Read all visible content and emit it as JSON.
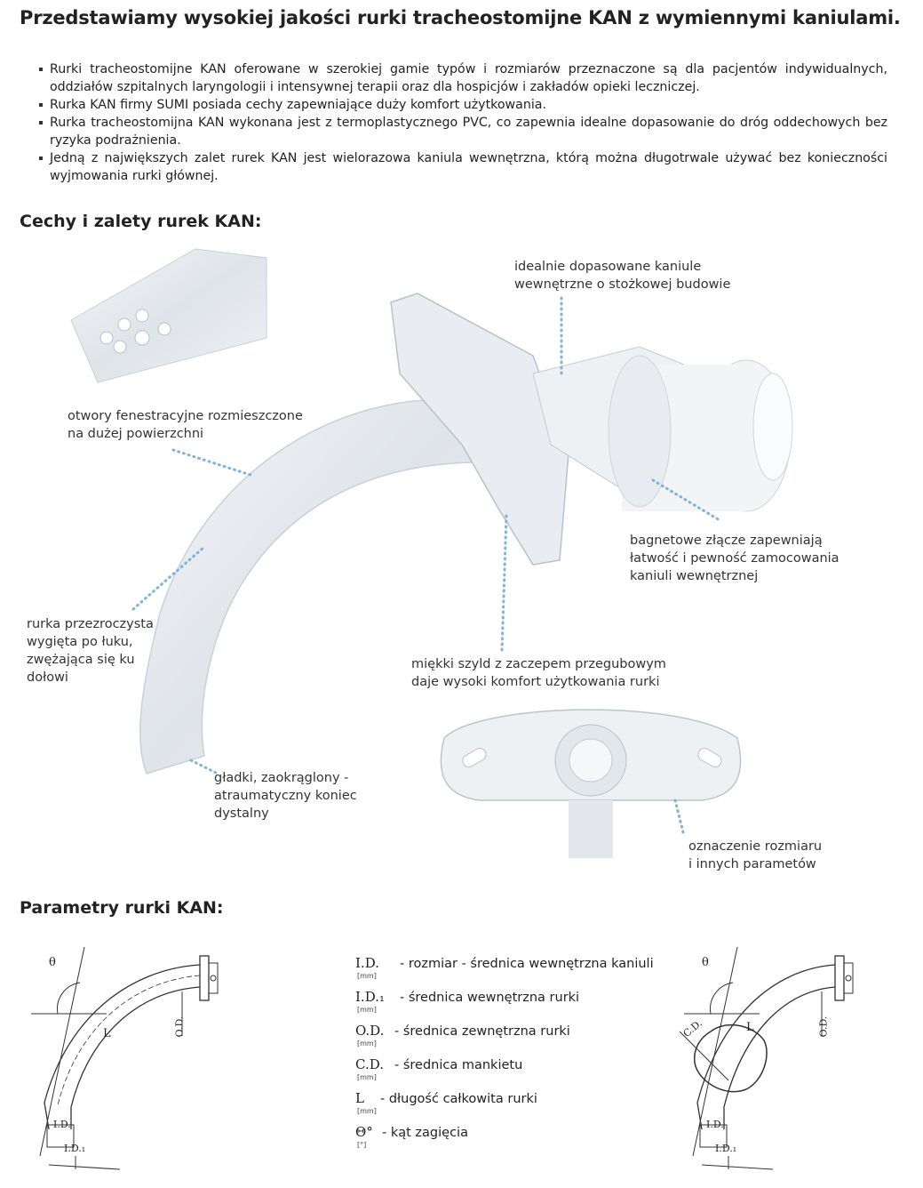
{
  "title": "Przedstawiamy wysokiej jakości rurki tracheostomijne KAN z wymiennymi kaniulami.",
  "bullets": [
    "Rurki tracheostomijne KAN oferowane w szerokiej gamie typów i rozmiarów przeznaczone są dla pacjentów indywidualnych, oddziałów szpitalnych laryngologii i intensywnej terapii oraz dla hospicjów i zakładów opieki leczniczej.",
    "Rurka KAN firmy SUMI posiada cechy zapewniające duży komfort użytkowania.",
    "Rurka tracheostomijna KAN wykonana jest z termoplastycznego PVC, co zapewnia idealne dopasowanie do dróg oddechowych bez ryzyka podrażnienia.",
    "Jedną z największych zalet rurek KAN jest wielorazowa kaniula wewnętrzna, którą można długotrwale używać bez konieczności wyjmowania rurki głównej."
  ],
  "features": {
    "heading": "Cechy i zalety rurek KAN:",
    "annotations": {
      "cannula": [
        "idealnie dopasowane kaniule",
        "wewnętrzne o stożkowej budowie"
      ],
      "fenestration": [
        "otwory fenestracyjne rozmieszczone",
        "na dużej powierzchni"
      ],
      "bayonet": [
        "bagnetowe złącze zapewniają",
        "łatwość i pewność zamocowania",
        "kaniuli wewnętrznej"
      ],
      "tube": [
        "rurka przezroczysta",
        "wygięta po łuku,",
        "zwężająca się ku",
        "dołowi"
      ],
      "flange": [
        "miękki szyld z zaczepem  przegubowym",
        "daje wysoki komfort użytkowania rurki"
      ],
      "tip": [
        "gładki, zaokrąglony -",
        "atraumatyczny koniec",
        "dystalny"
      ],
      "marking": [
        "oznaczenie rozmiaru",
        "i innych parametów"
      ]
    }
  },
  "parameters": {
    "heading": "Parametry rurki KAN:",
    "legend": [
      {
        "symbol": "I.D.",
        "unit": "[mm]",
        "desc": "- rozmiar - średnica wewnętrzna kaniuli"
      },
      {
        "symbol": "I.D.₁",
        "unit": "[mm]",
        "desc": "-  średnica wewnętrzna rurki"
      },
      {
        "symbol": "O.D.",
        "unit": "[mm]",
        "desc": "- średnica zewnętrzna rurki"
      },
      {
        "symbol": "C.D.",
        "unit": "[mm]",
        "desc": "- średnica mankietu"
      },
      {
        "symbol": "L",
        "unit": "[mm]",
        "desc": "- długość całkowita rurki"
      },
      {
        "symbol": "Θ°",
        "unit": "[°]",
        "desc": "- kąt zagięcia"
      }
    ],
    "diagram_labels": {
      "theta": "θ",
      "length": "L",
      "od": "O.D.",
      "id": "I.D.",
      "id1": "I.D.₁",
      "cd": "C.D."
    }
  },
  "colors": {
    "dots": "#7fb3d8",
    "text": "#222222"
  }
}
